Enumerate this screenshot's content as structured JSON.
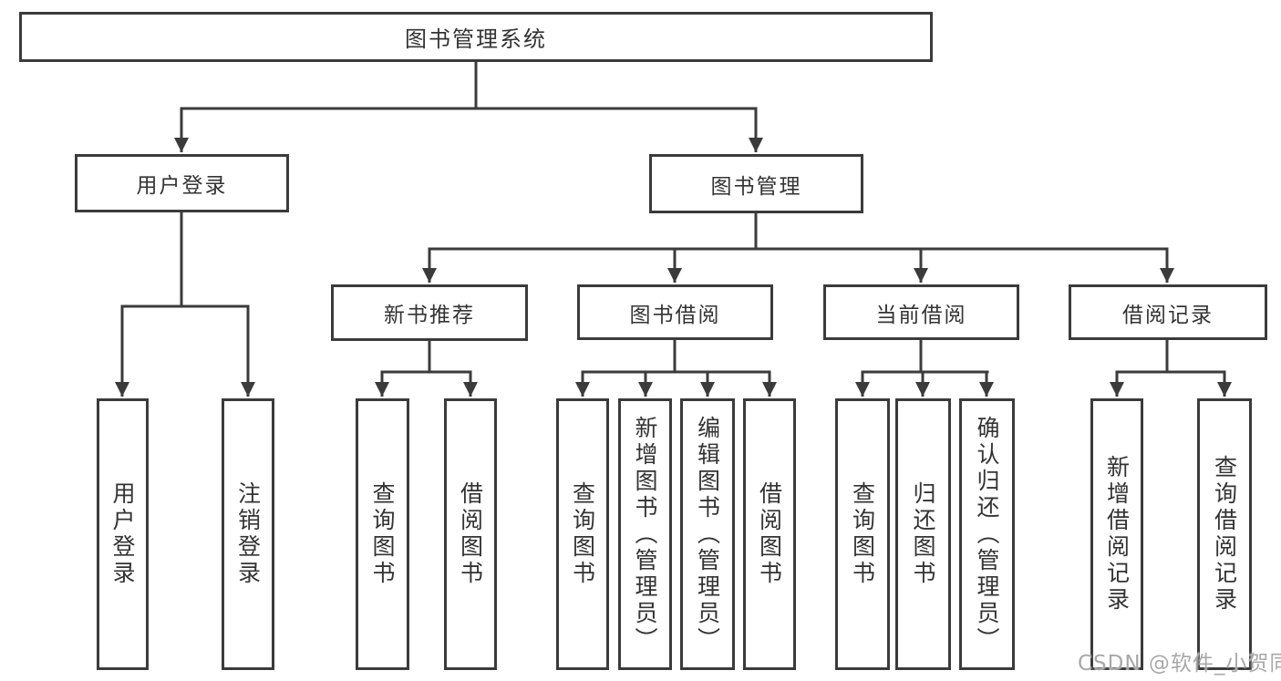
{
  "diagram": {
    "root": {
      "label": "图书管理系统"
    },
    "branches": {
      "user_login": {
        "label": "用户登录",
        "children": [
          {
            "label": "用户登录"
          },
          {
            "label": "注销登录"
          }
        ]
      },
      "book_management": {
        "label": "图书管理",
        "sections": {
          "new_book_recommend": {
            "label": "新书推荐",
            "children": [
              {
                "label": "查询图书"
              },
              {
                "label": "借阅图书"
              }
            ]
          },
          "book_borrow": {
            "label": "图书借阅",
            "children": [
              {
                "label": "查询图书"
              },
              {
                "label": "新增图书（管理员）"
              },
              {
                "label": "编辑图书（管理员）"
              },
              {
                "label": "借阅图书"
              }
            ]
          },
          "current_borrow": {
            "label": "当前借阅",
            "children": [
              {
                "label": "查询图书"
              },
              {
                "label": "归还图书"
              },
              {
                "label": "确认归还（管理员）"
              }
            ]
          },
          "borrow_records": {
            "label": "借阅记录",
            "children": [
              {
                "label": "新增借阅记录"
              },
              {
                "label": "查询借阅记录"
              }
            ]
          }
        }
      }
    },
    "watermark": "CSDN @软件_小贺同学",
    "colors": {
      "line": "#3b3b3b",
      "text": "#333333",
      "watermark": "#a8a8a8",
      "background": "#ffffff"
    }
  }
}
